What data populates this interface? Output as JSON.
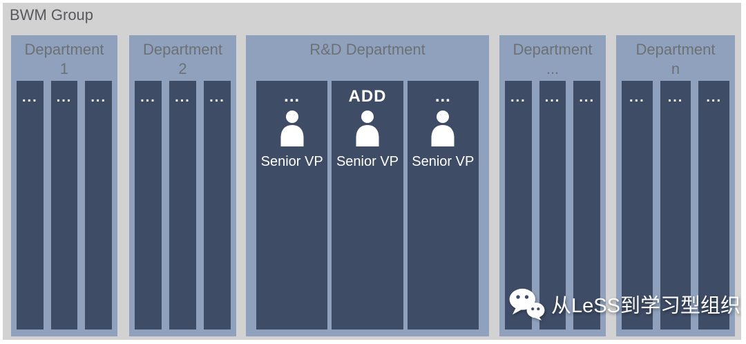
{
  "group": {
    "title": "BWM Group"
  },
  "departments": [
    {
      "title_line1": "Department",
      "title_line2": "1",
      "columns": [
        {
          "top": "..."
        },
        {
          "top": "..."
        },
        {
          "top": "..."
        }
      ]
    },
    {
      "title_line1": "Department",
      "title_line2": "2",
      "columns": [
        {
          "top": "..."
        },
        {
          "top": "..."
        },
        {
          "top": "..."
        }
      ]
    },
    {
      "title_line1": "R&D Department",
      "title_line2": "",
      "columns": [
        {
          "top": "...",
          "role": "Senior VP",
          "icon": "person-icon"
        },
        {
          "top": "ADD",
          "role": "Senior VP",
          "icon": "person-icon"
        },
        {
          "top": "...",
          "role": "Senior VP",
          "icon": "person-icon"
        }
      ]
    },
    {
      "title_line1": "Department",
      "title_line2": "...",
      "columns": [
        {
          "top": "..."
        },
        {
          "top": "..."
        },
        {
          "top": "..."
        }
      ]
    },
    {
      "title_line1": "Department",
      "title_line2": "n",
      "columns": [
        {
          "top": "..."
        },
        {
          "top": "..."
        },
        {
          "top": "..."
        }
      ]
    }
  ],
  "watermark": {
    "icon": "wechat-icon",
    "text": "从LeSS到学习型组织"
  },
  "colors": {
    "frame_bg": "#d2d2d2",
    "department_bg": "#8fa1bd",
    "column_bg": "#3e4c66",
    "heading_text": "#6e7174",
    "group_title_text": "#58595c",
    "white_text": "#ffffff"
  }
}
